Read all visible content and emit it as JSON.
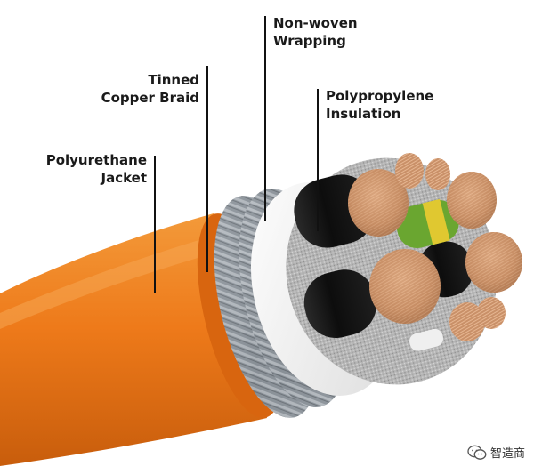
{
  "labels": {
    "jacket": {
      "line1": "Polyurethane",
      "line2": "Jacket"
    },
    "braid": {
      "line1": "Tinned",
      "line2": "Copper Braid"
    },
    "wrapping": {
      "line1": "Non-woven",
      "line2": "Wrapping"
    },
    "insulation": {
      "line1": "Polypropylene",
      "line2": "Insulation"
    }
  },
  "watermark": {
    "text": "智造商",
    "icon": "wechat-icon"
  },
  "colors": {
    "jacket": "#ee7a1a",
    "braid": "#8f959c",
    "wrapping": "#f3f3f3",
    "filler": "#b8b8b8",
    "insulation_black": "#141414",
    "ground_green": "#6aa630",
    "ground_yellow": "#e0c830",
    "copper": "#c9926a"
  }
}
